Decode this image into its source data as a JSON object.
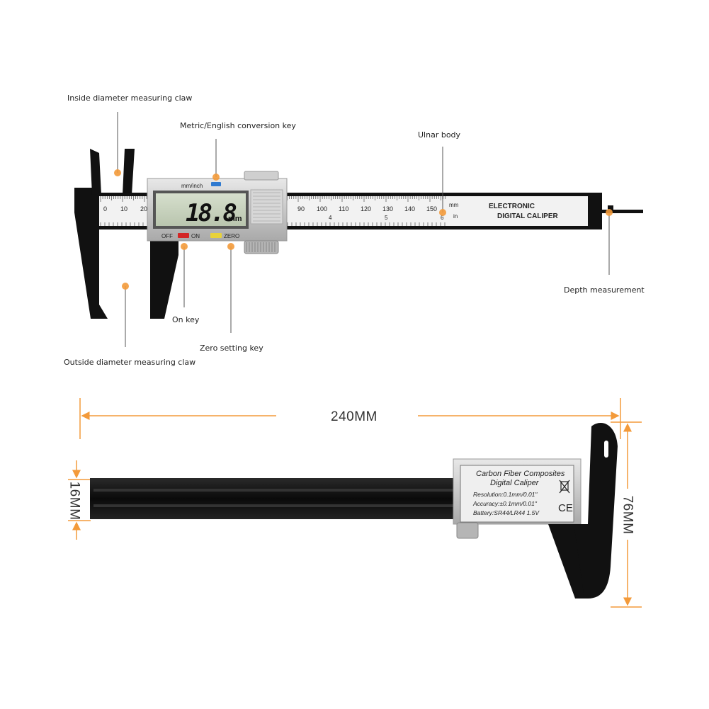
{
  "labels": {
    "inside_claw": "Inside diameter measuring claw",
    "conversion_key": "Metric/English conversion key",
    "ulnar_body": "Ulnar body",
    "depth": "Depth measurement",
    "on_key": "On key",
    "zero_key": "Zero setting key",
    "outside_claw": "Outside diameter measuring claw"
  },
  "caliper_top": {
    "display_reading": "18.8",
    "display_unit": "mm",
    "unit_header": "mm/inch",
    "off_label": "OFF",
    "on_label": "ON",
    "zero_label": "ZERO",
    "brand_line1": "ELECTRONIC",
    "brand_line2": "DIGITAL CALIPER",
    "scale_mm_label": "mm",
    "scale_in_label": "in",
    "scale_left": [
      "0",
      "10",
      "20"
    ],
    "scale_right": [
      "90",
      "100",
      "110",
      "120",
      "130",
      "140",
      "150"
    ],
    "inch_marks": [
      "4",
      "5",
      "6"
    ]
  },
  "dimensions": {
    "length": "240MM",
    "thickness": "16MM",
    "height": "76MM"
  },
  "caliper_bottom": {
    "plate_title1": "Carbon Fiber Composites",
    "plate_title2": "Digital Caliper",
    "resolution": "Resolution:0.1mm/0.01\"",
    "accuracy": "Accuracy:±0.1mm/0.01\"",
    "battery": "Battery:SR44/LR44 1.5V",
    "ce_mark": "CE"
  },
  "colors": {
    "accent_orange": "#f39a3a",
    "body_black": "#111111",
    "scale_white": "#f2f2f2",
    "lcd_green": "#c9d4bf"
  }
}
